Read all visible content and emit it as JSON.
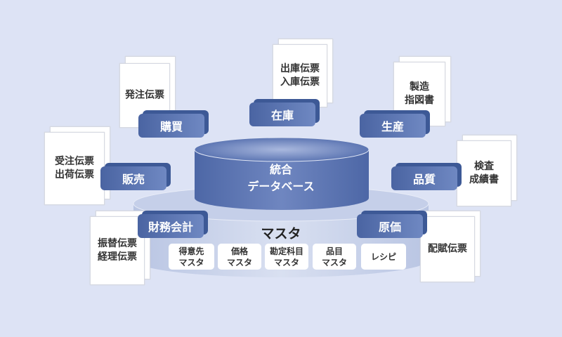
{
  "documents": [
    {
      "id": "purchase-docs",
      "text": "発注伝票"
    },
    {
      "id": "inventory-docs",
      "text": "出庫伝票\n入庫伝票"
    },
    {
      "id": "production-docs",
      "text": "製造\n指図書"
    },
    {
      "id": "sales-docs",
      "text": "受注伝票\n出荷伝票"
    },
    {
      "id": "quality-docs",
      "text": "検査\n成績書"
    },
    {
      "id": "accounting-docs",
      "text": "振替伝票\n経理伝票"
    },
    {
      "id": "cost-docs",
      "text": "配賦伝票"
    }
  ],
  "modules": {
    "purchase": "購買",
    "inventory": "在庫",
    "production": "生産",
    "sales": "販売",
    "quality": "品質",
    "accounting": "財務会計",
    "cost": "原価"
  },
  "database": {
    "line1": "統合",
    "line2": "データベース"
  },
  "master": {
    "title": "マスタ",
    "items": [
      "得意先\nマスタ",
      "価格\nマスタ",
      "勘定科目\nマスタ",
      "品目\nマスタ",
      "レシピ"
    ]
  },
  "colors": {
    "background": "#dde3f5",
    "module": "#4a64a2"
  }
}
